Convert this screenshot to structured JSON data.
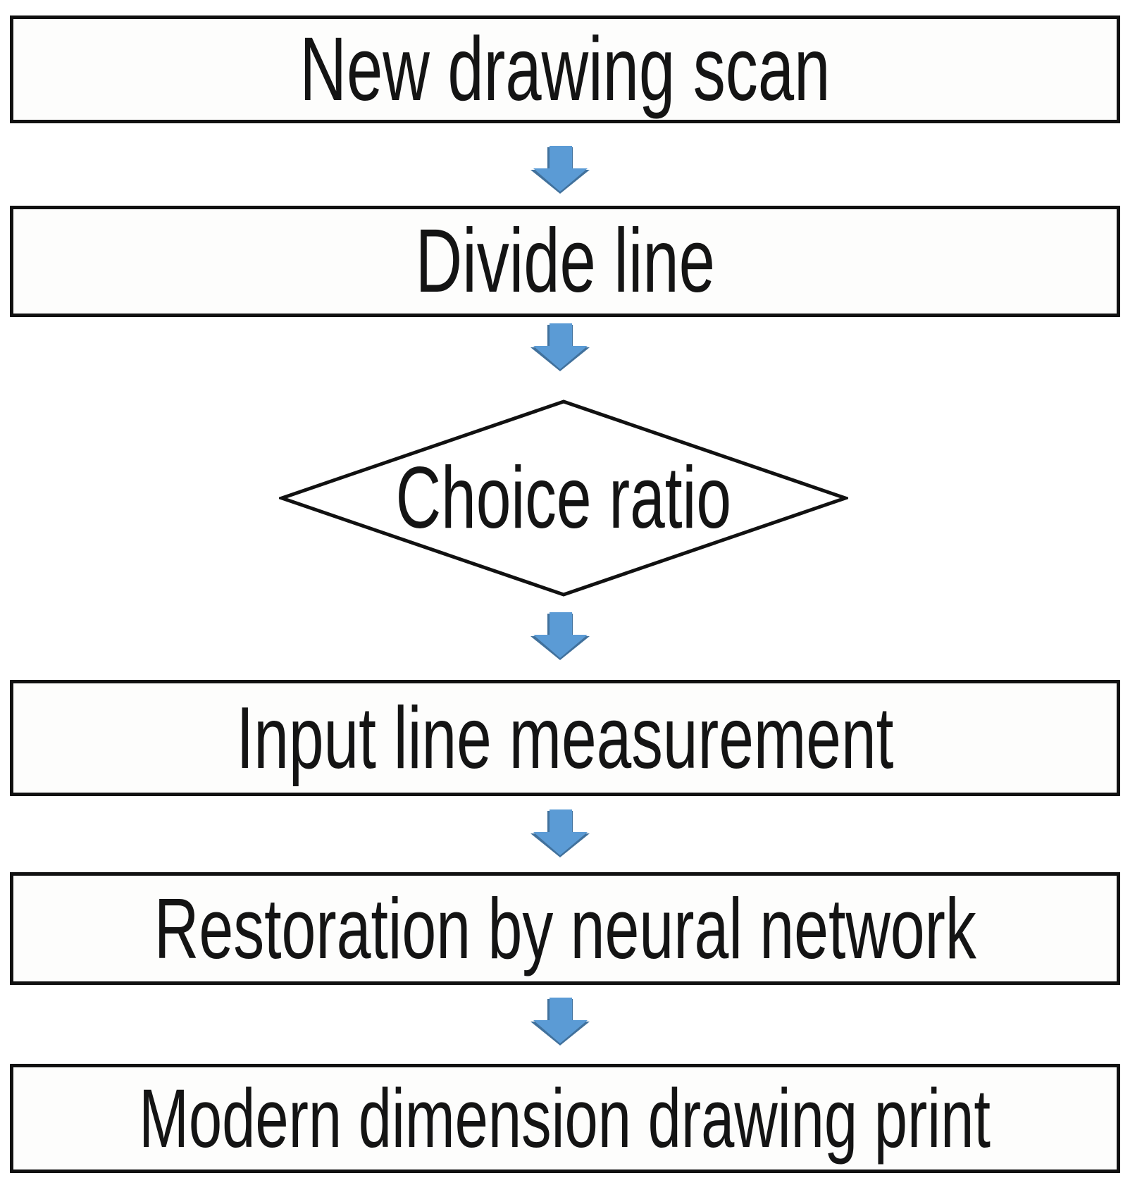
{
  "diagram": {
    "type": "flowchart",
    "orientation": "vertical",
    "colors": {
      "box_border": "#111111",
      "box_fill": "#fdfdfc",
      "text": "#141414",
      "arrow_fill": "#5B9BD5",
      "arrow_shade": "#41719C",
      "background": "#ffffff"
    },
    "nodes": [
      {
        "id": "new-drawing-scan",
        "shape": "rectangle",
        "label": "New drawing scan"
      },
      {
        "id": "divide-line",
        "shape": "rectangle",
        "label": "Divide line"
      },
      {
        "id": "choice-ratio",
        "shape": "diamond",
        "label": "Choice ratio"
      },
      {
        "id": "input-line-measurement",
        "shape": "rectangle",
        "label": "Input line measurement"
      },
      {
        "id": "restoration-by-neural-network",
        "shape": "rectangle",
        "label": "Restoration by neural network"
      },
      {
        "id": "modern-dimension-drawing-print",
        "shape": "rectangle",
        "label": "Modern dimension drawing print"
      }
    ],
    "edges": [
      {
        "id": "edge-1",
        "from": "new-drawing-scan",
        "to": "divide-line",
        "marker": "down-arrow",
        "label": ""
      },
      {
        "id": "edge-2",
        "from": "divide-line",
        "to": "choice-ratio",
        "marker": "down-arrow",
        "label": ""
      },
      {
        "id": "edge-3",
        "from": "choice-ratio",
        "to": "input-line-measurement",
        "marker": "down-arrow",
        "label": ""
      },
      {
        "id": "edge-4",
        "from": "input-line-measurement",
        "to": "restoration-by-neural-network",
        "marker": "down-arrow",
        "label": ""
      },
      {
        "id": "edge-5",
        "from": "restoration-by-neural-network",
        "to": "modern-dimension-drawing-print",
        "marker": "down-arrow",
        "label": ""
      }
    ]
  }
}
